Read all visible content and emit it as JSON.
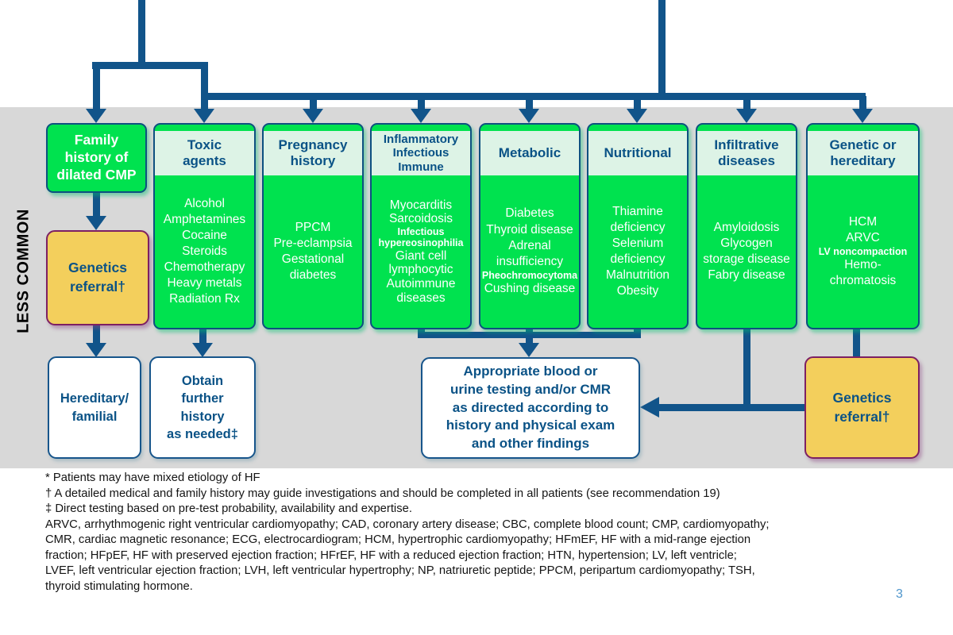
{
  "slide": {
    "page_number": "3"
  },
  "side_label": "LESS COMMON",
  "colors": {
    "flow_blue": "#11548a",
    "box_green": "#00e24f",
    "header_mint": "#ddf3e6",
    "text_blue": "#0a5286",
    "referral_yellow": "#f3cf5c",
    "referral_border_purple": "#7d2063",
    "band_gray": "#d8d8d8",
    "page_number_blue": "#4f96cc"
  },
  "family_box": {
    "label": "Family\nhistory of\ndilated CMP"
  },
  "columns": [
    {
      "id": "toxic-agents",
      "header": "Toxic\nagents",
      "items": [
        {
          "text": "Alcohol"
        },
        {
          "text": "Amphetamines"
        },
        {
          "text": "Cocaine"
        },
        {
          "text": "Steroids"
        },
        {
          "text": "Chemotherapy"
        },
        {
          "text": "Heavy metals"
        },
        {
          "text": "Radiation Rx"
        }
      ]
    },
    {
      "id": "pregnancy-history",
      "header": "Pregnancy\nhistory",
      "items": [
        {
          "text": "PPCM"
        },
        {
          "text": "Pre-eclampsia"
        },
        {
          "text": "Gestational\ndiabetes"
        }
      ]
    },
    {
      "id": "inflammatory-infectious-immune",
      "header": "Inflammatory\nInfectious\nImmune",
      "header_small": true,
      "tight": true,
      "items": [
        {
          "text": "Myocarditis"
        },
        {
          "text": "Sarcoidosis"
        },
        {
          "text": "Infectious\nhypereosinophilia",
          "small": true
        },
        {
          "text": "Giant cell"
        },
        {
          "text": "lymphocytic"
        },
        {
          "text": "Autoimmune\ndiseases"
        }
      ]
    },
    {
      "id": "metabolic",
      "header": "Metabolic",
      "items": [
        {
          "text": "Diabetes"
        },
        {
          "text": "Thyroid disease"
        },
        {
          "text": "Adrenal\ninsufficiency"
        },
        {
          "text": "Pheochromocytoma",
          "small": true
        },
        {
          "text": "Cushing disease"
        }
      ]
    },
    {
      "id": "nutritional",
      "header": "Nutritional",
      "items": [
        {
          "text": "Thiamine\ndeficiency"
        },
        {
          "text": "Selenium\ndeficiency"
        },
        {
          "text": "Malnutrition"
        },
        {
          "text": "Obesity"
        }
      ]
    },
    {
      "id": "infiltrative-diseases",
      "header": "Infiltrative\ndiseases",
      "items": [
        {
          "text": "Amyloidosis"
        },
        {
          "text": "Glycogen\nstorage disease"
        },
        {
          "text": "Fabry disease"
        }
      ]
    },
    {
      "id": "genetic-or-hereditary",
      "header": "Genetic or\nhereditary",
      "items": [
        {
          "text": "HCM"
        },
        {
          "text": "ARVC"
        },
        {
          "text": "LV noncompaction",
          "small": true
        },
        {
          "text": "Hemo-\nchromatosis"
        }
      ]
    }
  ],
  "referral_left": {
    "label": "Genetics\nreferral†"
  },
  "referral_right": {
    "label": "Genetics\nreferral†"
  },
  "outcome_boxes": {
    "hereditary": "Hereditary/\nfamilial",
    "obtain": "Obtain\nfurther\nhistory\nas needed‡",
    "testing": "Appropriate blood or\nurine testing and/or CMR\nas directed according to\nhistory and physical exam\nand other findings"
  },
  "footnotes": [
    "* Patients may have mixed etiology of HF",
    "† A detailed medical and family history may guide investigations and should be completed in all patients (see recommendation 19)",
    "‡ Direct testing based on pre-test probability, availability and expertise.",
    "ARVC, arrhythmogenic right ventricular cardiomyopathy; CAD, coronary artery disease; CBC, complete blood count; CMP, cardiomyopathy;",
    "CMR, cardiac magnetic resonance; ECG, electrocardiogram; HCM, hypertrophic cardiomyopathy; HFmEF, HF with a mid-range ejection",
    "fraction; HFpEF, HF with preserved ejection fraction; HFrEF, HF with a reduced ejection fraction; HTN, hypertension; LV, left ventricle;",
    "LVEF, left ventricular ejection fraction; LVH, left ventricular hypertrophy; NP, natriuretic peptide; PPCM, peripartum cardiomyopathy; TSH,",
    "thyroid stimulating hormone."
  ]
}
